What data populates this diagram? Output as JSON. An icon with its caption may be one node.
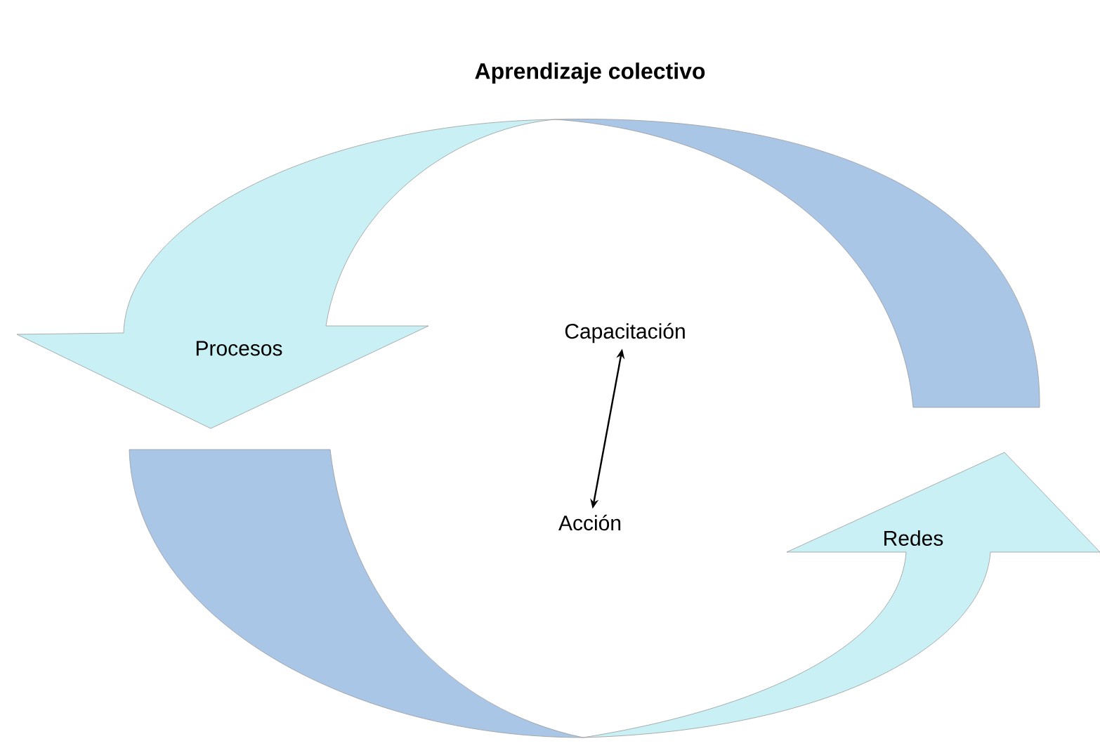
{
  "diagram": {
    "title": "Aprendizaje colectivo",
    "nodes": [
      {
        "text": [
          "Procesos"
        ]
      },
      {
        "text": [
          "Redes"
        ]
      },
      {
        "text": [
          "Capacitación"
        ]
      },
      {
        "text": [
          "Acción"
        ]
      }
    ],
    "edges": [
      {
        "from": 2,
        "to": 3,
        "arrow": "both"
      }
    ]
  }
}
